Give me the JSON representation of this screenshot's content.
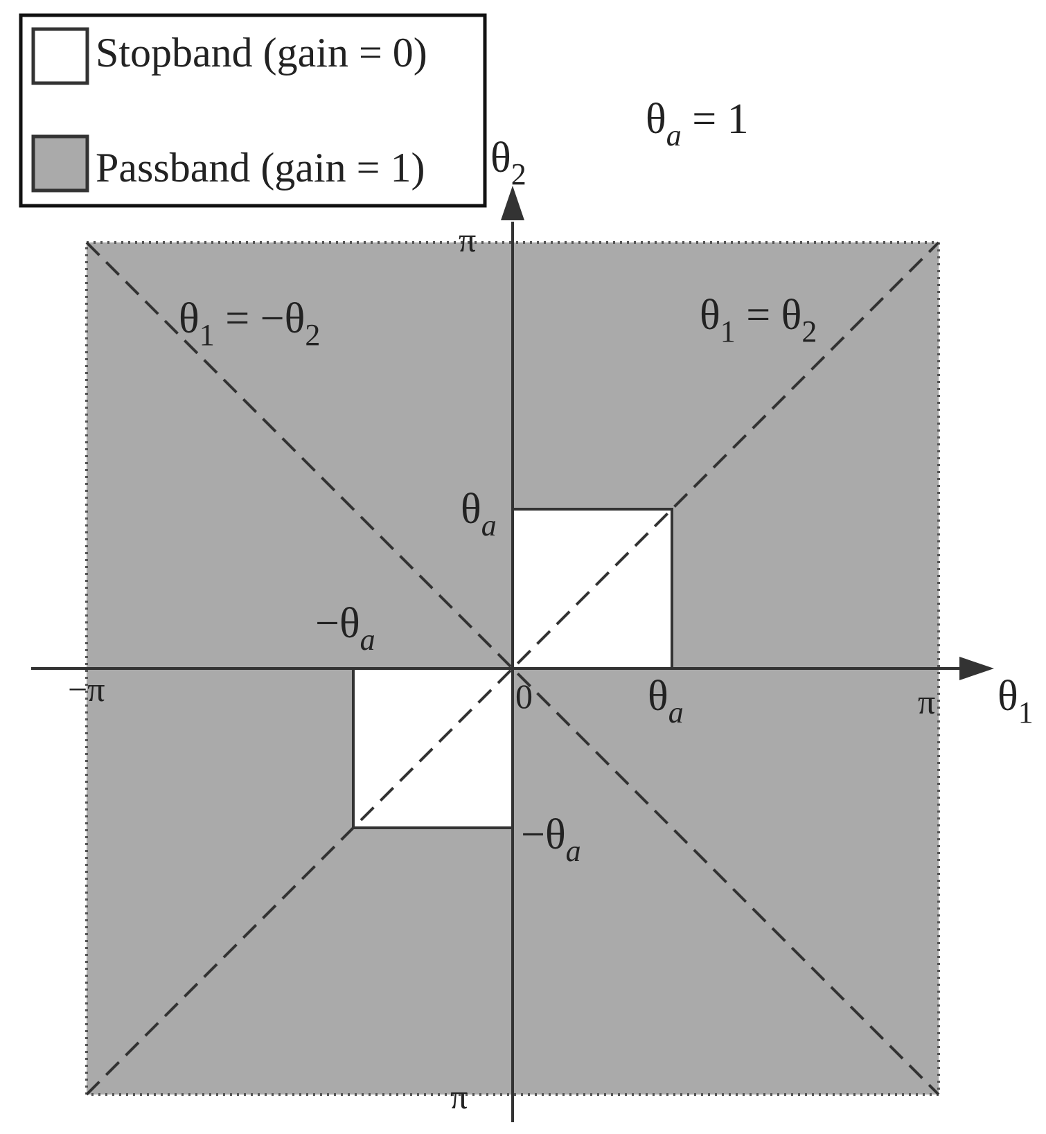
{
  "legend": {
    "stopband": {
      "label": "Stopband (gain = 0)",
      "color": "#ffffff"
    },
    "passband": {
      "label": "Passband (gain = 1)",
      "color": "#aaaaaa"
    }
  },
  "param": {
    "sym": "θ",
    "sub": "a",
    "rest": " = 1"
  },
  "axes": {
    "x": {
      "sym": "θ",
      "sub": "1"
    },
    "y": {
      "sym": "θ",
      "sub": "2"
    }
  },
  "ticks": {
    "x_neg_pi": "−π",
    "x_pos_pi": "π",
    "y_pos_pi": "π",
    "y_neg_pi": "π",
    "origin": "0",
    "theta_sym": "θ",
    "theta_sub": "a",
    "minus": "−"
  },
  "lines": {
    "anti_diag": {
      "a": "θ",
      "a_sub": "1",
      "eq": " = −",
      "b": "θ",
      "b_sub": "2"
    },
    "diag": {
      "a": "θ",
      "a_sub": "1",
      "eq": " = ",
      "b": "θ",
      "b_sub": "2"
    }
  },
  "colors": {
    "passband": "#aaaaaa",
    "stopband": "#ffffff",
    "line": "#333333"
  }
}
